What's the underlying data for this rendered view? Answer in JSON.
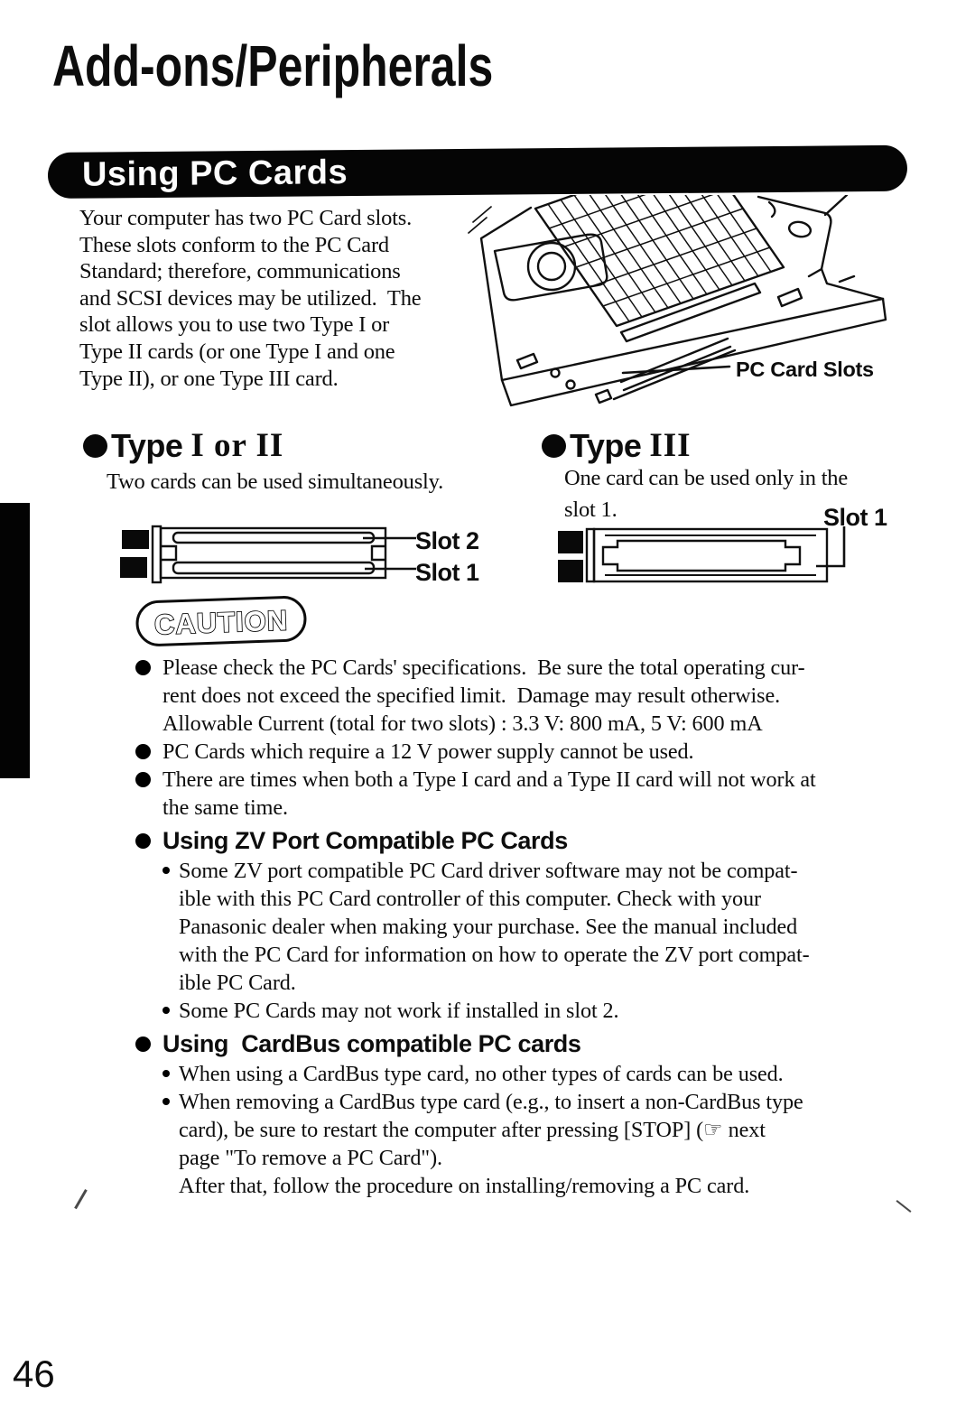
{
  "page": {
    "title": "Add-ons/Peripherals",
    "number": "46"
  },
  "banner": {
    "label": "Using PC Cards"
  },
  "intro": {
    "lines": [
      "Your computer has two PC Card slots.",
      "These slots conform to the PC Card",
      "Standard; therefore, communications",
      "and SCSI devices may be utilized.  The",
      "slot allows you to use two Type I or",
      "Type II cards (or one Type I and one",
      "Type II), or one Type III card."
    ]
  },
  "illustration": {
    "callout": "PC Card Slots"
  },
  "sections": {
    "type12": {
      "heading_word": "Type",
      "heading_numeral": "I or II",
      "body": "Two cards can be used simultaneously.",
      "labels": {
        "slot2": "Slot 2",
        "slot1": "Slot 1"
      }
    },
    "type3": {
      "heading_word": "Type",
      "heading_numeral": "III",
      "body_lines": [
        "One card can be used only in the",
        "slot 1."
      ],
      "labels": {
        "slot1": "Slot 1"
      }
    }
  },
  "caution": {
    "stamp": "CAUTION",
    "items": [
      {
        "style": "dot",
        "lines": [
          "Please check the PC Cards' specifications.  Be sure the total operating cur-",
          "rent does not exceed the specified limit.  Damage may result otherwise.",
          "Allowable Current (total for two slots) : 3.3 V: 800 mA, 5 V: 600 mA"
        ]
      },
      {
        "style": "dot",
        "lines": [
          "PC Cards which require a 12 V power supply cannot be used."
        ]
      },
      {
        "style": "dot",
        "lines": [
          "There are times when both a Type I card and a Type II card will not work at",
          "the same time."
        ]
      },
      {
        "style": "heading",
        "lines": [
          "Using ZV Port Compatible PC Cards"
        ]
      },
      {
        "style": "sub",
        "lines": [
          "Some ZV port compatible PC Card driver software may not be compat-",
          "ible with this PC Card controller of this computer. Check with your",
          "Panasonic dealer when making your purchase. See the manual included",
          "with the PC Card for information on how to operate the ZV port compat-",
          "ible PC Card."
        ]
      },
      {
        "style": "sub",
        "lines": [
          "Some PC Cards may not work if installed in slot 2."
        ]
      },
      {
        "style": "heading",
        "lines": [
          "Using  CardBus compatible PC cards"
        ]
      },
      {
        "style": "sub",
        "lines": [
          "When using a CardBus type card, no other types of cards can be used."
        ]
      },
      {
        "style": "sub",
        "lines": [
          "When removing a CardBus type card (e.g., to insert a non-CardBus type",
          "card), be sure to restart the computer after pressing [STOP] (☞ next",
          "page \"To remove a PC Card\")."
        ]
      },
      {
        "style": "plain",
        "lines": [
          "After that, follow the procedure on installing/removing a PC card."
        ]
      }
    ]
  }
}
